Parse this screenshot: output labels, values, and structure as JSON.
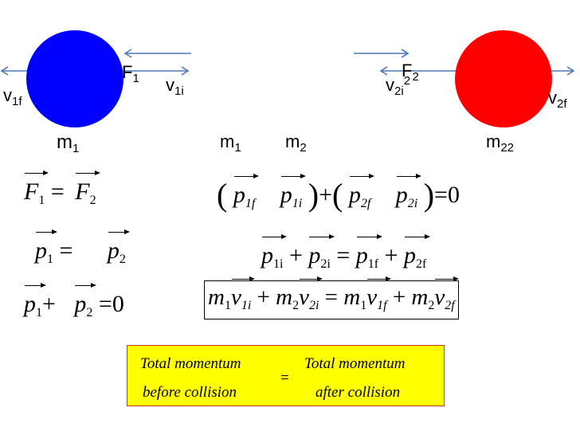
{
  "labels": {
    "F1": {
      "base": "F",
      "sub": "1"
    },
    "F2": {
      "base": "F",
      "sub": "2"
    },
    "v1f": {
      "base": "v",
      "sub": "1f"
    },
    "v1i": {
      "base": "v",
      "sub": "1i"
    },
    "v2i": {
      "base": "v",
      "sub": "2i",
      "sup": "2"
    },
    "v2f": {
      "base": "v",
      "sub": "2f"
    },
    "m1_left": {
      "base": "m",
      "sub": "1"
    },
    "m1_mid": {
      "base": "m",
      "sub": "1"
    },
    "m2_mid": {
      "base": "m",
      "sub": "2"
    },
    "m2_right": {
      "base": "m",
      "sub": "22"
    }
  },
  "colors": {
    "ball_1": "#0000ff",
    "ball_2": "#ff0000",
    "arrow": "#4a78b8",
    "box_fill": "#ffff00",
    "box_border": "#c0392b"
  },
  "equations": {
    "force": {
      "lhs": "F",
      "lhs_sub": "1",
      "eq": "=",
      "rhs": "F",
      "rhs_sub": "2"
    },
    "impulse": {
      "lhs": "p",
      "lhs_sub": "1",
      "eq": "=",
      "rhs": "p",
      "rhs_sub": "2"
    },
    "sum_zero": {
      "a": "p",
      "a_sub": "1",
      "plus": "+",
      "b": "p",
      "b_sub": "2",
      "eq": "=",
      "zero": "0"
    },
    "change": {
      "p1f": "p",
      "p1f_sub": "1f",
      "p1i": "p",
      "p1i_sub": "1i",
      "plus": "+",
      "p2f": "p",
      "p2f_sub": "2f",
      "p2i": "p",
      "p2i_sub": "2i",
      "eq": "=",
      "zero": "0"
    },
    "conservation": {
      "a": "p",
      "a_sub": "1i",
      "b": "p",
      "b_sub": "2i",
      "c": "p",
      "c_sub": "1f",
      "d": "p",
      "d_sub": "2f",
      "plus": "+",
      "eq": "="
    },
    "velocity_form": {
      "m": "m",
      "v": "v",
      "s1": "1",
      "s2": "2",
      "s1i": "1i",
      "s2i": "2i",
      "s1f": "1f",
      "s2f": "2f",
      "plus": "+",
      "eq": "="
    }
  },
  "summary_box": {
    "left_top": "Total momentum",
    "left_bottom": "before collision",
    "eq": "=",
    "right_top": "Total momentum",
    "right_bottom": "after collision"
  }
}
